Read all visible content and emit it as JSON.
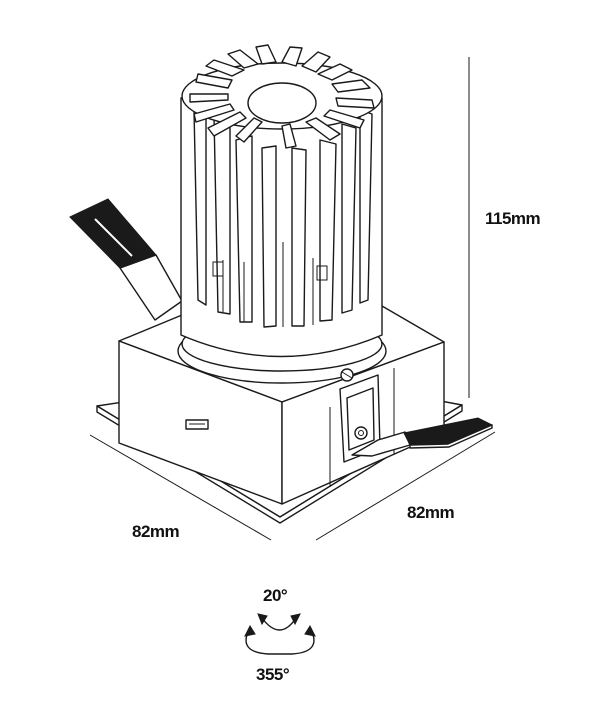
{
  "dimensions": {
    "height": "115mm",
    "width_left": "82mm",
    "width_right": "82mm"
  },
  "rotation": {
    "tilt": "20°",
    "rotate": "355°"
  }
}
